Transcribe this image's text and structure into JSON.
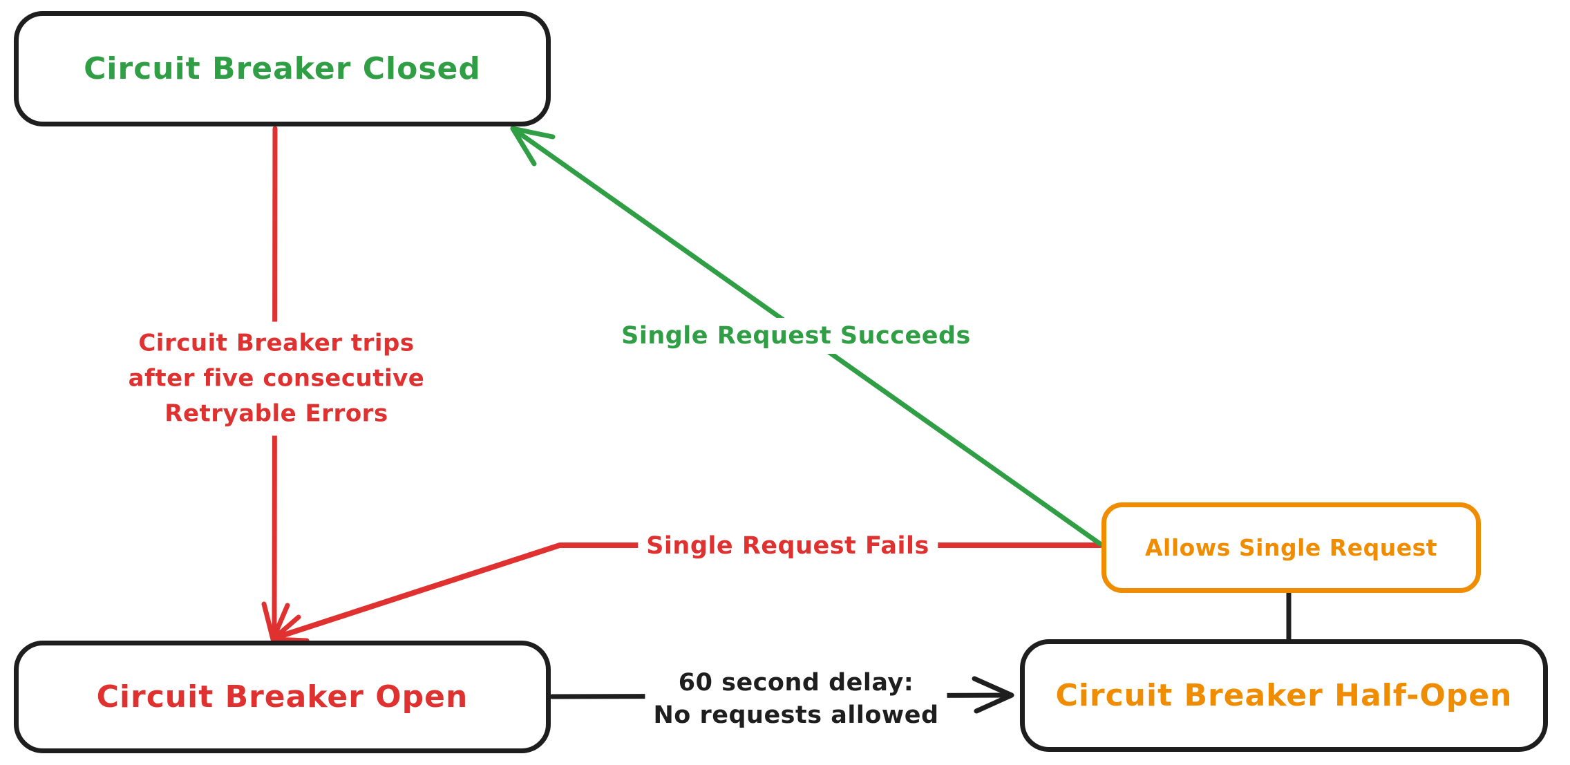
{
  "colors": {
    "background": "#ffffff",
    "ink": "#1e1e1e",
    "green": "#2f9e44",
    "red": "#e03131",
    "orange": "#f08c00"
  },
  "nodes": {
    "closed": {
      "label": "Circuit Breaker Closed",
      "text_color": "#2f9e44",
      "border_color": "#1e1e1e"
    },
    "open": {
      "label": "Circuit Breaker Open",
      "text_color": "#e03131",
      "border_color": "#1e1e1e"
    },
    "half_open": {
      "label": "Circuit Breaker Half-Open",
      "text_color": "#f08c00",
      "border_color": "#1e1e1e"
    },
    "allows_single_request": {
      "label": "Allows Single Request",
      "text_color": "#f08c00",
      "border_color": "#f08c00"
    }
  },
  "edges": {
    "trips": {
      "from": "closed",
      "to": "open",
      "color": "#e03131",
      "label_lines": [
        "Circuit Breaker trips",
        "after five consecutive",
        "Retryable Errors"
      ]
    },
    "succeeds": {
      "from": "allows_single_request",
      "to": "closed",
      "color": "#2f9e44",
      "label": "Single Request Succeeds"
    },
    "fails": {
      "from": "allows_single_request",
      "to": "open",
      "color": "#e03131",
      "label": "Single Request Fails"
    },
    "delay": {
      "from": "open",
      "to": "half_open",
      "color": "#1e1e1e",
      "label_lines": [
        "60 second delay:",
        "No requests allowed"
      ]
    },
    "half_open_to_allows": {
      "from": "half_open",
      "to": "allows_single_request",
      "color": "#1e1e1e",
      "label": ""
    }
  }
}
